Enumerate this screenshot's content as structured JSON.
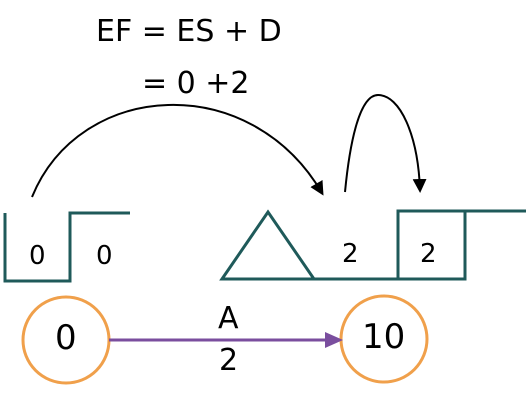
{
  "formula": {
    "line1": "EF = ES + D",
    "line2": "= 0 +2"
  },
  "start_box": {
    "es": "0",
    "ef": "0"
  },
  "end_box": {
    "es": "2",
    "ef": "2"
  },
  "nodes": {
    "left": "0",
    "right": "10"
  },
  "activity": {
    "name": "A",
    "duration": "2"
  },
  "colors": {
    "box_stroke": "#1f5a5a",
    "node_stroke": "#f0a04b",
    "activity_arrow": "#7a4e9e",
    "curve": "#000000"
  }
}
